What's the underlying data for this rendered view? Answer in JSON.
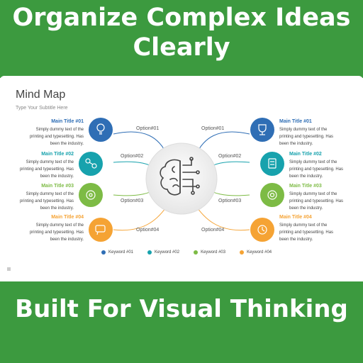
{
  "header": {
    "line1": "Organize Complex Ideas",
    "line2": "Clearly"
  },
  "footer": {
    "text": "Built For Visual Thinking"
  },
  "slide": {
    "title": "Mind Map",
    "subtitle": "Type Your Subtitle Here",
    "items": [
      {
        "title": "Main Title  #01",
        "desc": "Simply dummy text of the printing and typesetting. Has been the industry.",
        "option": "Option#01",
        "color": "#2f6eb5",
        "icon": "lightbulb-icon"
      },
      {
        "title": "Main Title  #02",
        "desc": "Simply dummy text of the printing and typesetting. Has been the industry.",
        "option": "Option#02",
        "color": "#17a2ad",
        "icon": "network-icon"
      },
      {
        "title": "Main Title  #03",
        "desc": "Simply dummy text of the printing and typesetting. Has been the industry.",
        "option": "Option#03",
        "color": "#7dbb45",
        "icon": "gear-icon"
      },
      {
        "title": "Main Title  #04",
        "desc": "Simply dummy text of the printing and typesetting. Has been the industry.",
        "option": "Option#04",
        "color": "#f5a334",
        "icon": "chat-icon"
      },
      {
        "title": "Main Title  #01",
        "desc": "Simply dummy text of the printing and typesetting. Has been the industry.",
        "option": "Option#01",
        "color": "#2f6eb5",
        "icon": "trophy-icon"
      },
      {
        "title": "Main Title  #02",
        "desc": "Simply dummy text of the printing and typesetting. Has been the industry.",
        "option": "Option#02",
        "color": "#17a2ad",
        "icon": "document-icon"
      },
      {
        "title": "Main Title  #03",
        "desc": "Simply dummy text of the printing and typesetting. Has been the industry.",
        "option": "Option#03",
        "color": "#7dbb45",
        "icon": "target-icon"
      },
      {
        "title": "Main Title  #04",
        "desc": "Simply dummy text of the printing and typesetting. Has been the industry.",
        "option": "Option#04",
        "color": "#f5a334",
        "icon": "clock-icon"
      }
    ],
    "legend": [
      {
        "label": "Keyword  #01",
        "color": "#2f6eb5"
      },
      {
        "label": "Keyword  #02",
        "color": "#17a2ad"
      },
      {
        "label": "Keyword  #03",
        "color": "#7dbb45"
      },
      {
        "label": "Keyword  #04",
        "color": "#f5a334"
      }
    ],
    "center_icon": "brain-icon"
  }
}
